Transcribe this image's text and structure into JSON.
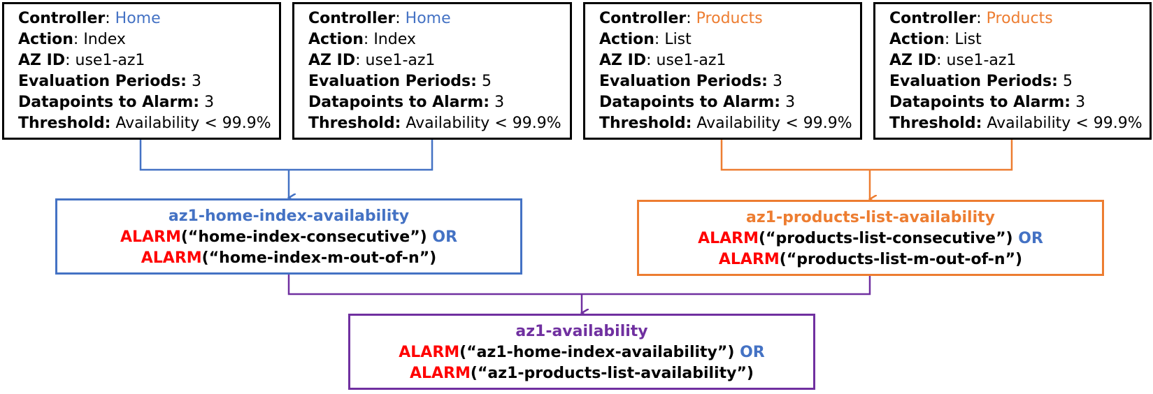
{
  "metric_boxes": [
    {
      "controller_label": "Controller",
      "controller": "Home",
      "action_label": "Action",
      "action": "Index",
      "az_label": "AZ ID",
      "az": "use1-az1",
      "eval_label": "Evaluation Periods:",
      "eval": "3",
      "dp_label": "Datapoints to Alarm:",
      "dp": "3",
      "th_label": "Threshold:",
      "th": "Availability < 99.9%"
    },
    {
      "controller_label": "Controller",
      "controller": "Home",
      "action_label": "Action",
      "action": "Index",
      "az_label": "AZ ID",
      "az": "use1-az1",
      "eval_label": "Evaluation Periods:",
      "eval": "5",
      "dp_label": "Datapoints to Alarm:",
      "dp": "3",
      "th_label": "Threshold:",
      "th": "Availability < 99.9%"
    },
    {
      "controller_label": "Controller",
      "controller": "Products",
      "action_label": "Action",
      "action": "List",
      "az_label": "AZ ID",
      "az": "use1-az1",
      "eval_label": "Evaluation Periods:",
      "eval": "3",
      "dp_label": "Datapoints to Alarm:",
      "dp": "3",
      "th_label": "Threshold:",
      "th": "Availability < 99.9%"
    },
    {
      "controller_label": "Controller",
      "controller": "Products",
      "action_label": "Action",
      "action": "List",
      "az_label": "AZ ID",
      "az": "use1-az1",
      "eval_label": "Evaluation Periods:",
      "eval": "5",
      "dp_label": "Datapoints to Alarm:",
      "dp": "3",
      "th_label": "Threshold:",
      "th": "Availability < 99.9%"
    }
  ],
  "composite_alarms": {
    "home": {
      "name": "az1-home-index-availability",
      "keyword": "ALARM",
      "operator": "OR",
      "line1": "(“home-index-consecutive”)",
      "line2": "(“home-index-m-out-of-n”)"
    },
    "products": {
      "name": "az1-products-list-availability",
      "keyword": "ALARM",
      "operator": "OR",
      "line1": "(“products-list-consecutive”)",
      "line2": "(“products-list-m-out-of-n”)"
    },
    "az1": {
      "name": "az1-availability",
      "keyword": "ALARM",
      "operator": "OR",
      "line1": "(“az1-home-index-availability”)",
      "line2": "(“az1-products-list-availability”)"
    }
  },
  "colors": {
    "home": "#4472c4",
    "products": "#ed7d31",
    "az1": "#7030a0",
    "alarm_keyword": "#ff0000",
    "operator": "#4472c4"
  }
}
